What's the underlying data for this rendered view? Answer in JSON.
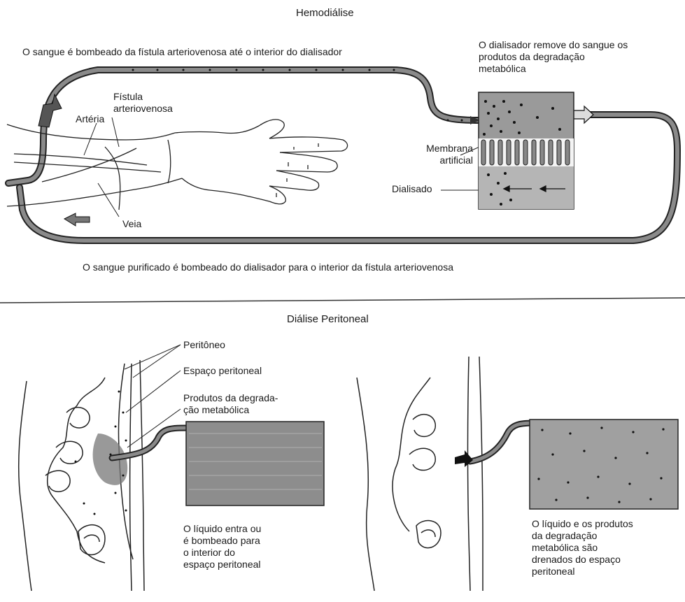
{
  "hemodialysis": {
    "title": "Hemodiálise",
    "pump_to_dialyzer": "O sangue é bombeado da fístula arteriovenosa até o interior do dialisador",
    "dialyzer_removes": "O dialisador remove do sangue os produtos da degradação metabólica",
    "fistula": "Fístula arteriovenosa",
    "artery": "Artéria",
    "vein": "Veia",
    "membrane": "Membrana artificial",
    "dialysate": "Dialisado",
    "purified_return": "O sangue purificado é bombeado do dialisador para o interior da fístula arteriovenosa"
  },
  "peritoneal": {
    "title": "Diálise Peritoneal",
    "peritoneum": "Peritôneo",
    "peritoneal_space": "Espaço peritoneal",
    "waste_products": "Produtos da degrada-\nção metabólica",
    "fluid_enters": "O líquido entra ou\né bombeado para\no interior do\nespaço peritoneal",
    "fluid_drained": "O líquido e os produtos\nda degradação\nmetabólica são\ndrenados do espaço\nperitoneal"
  },
  "colors": {
    "ink": "#1a1a1a",
    "tube": "#8a8a8a",
    "box_fill": "#9a9a9a",
    "dialysate_fill": "#b5b5b5"
  }
}
